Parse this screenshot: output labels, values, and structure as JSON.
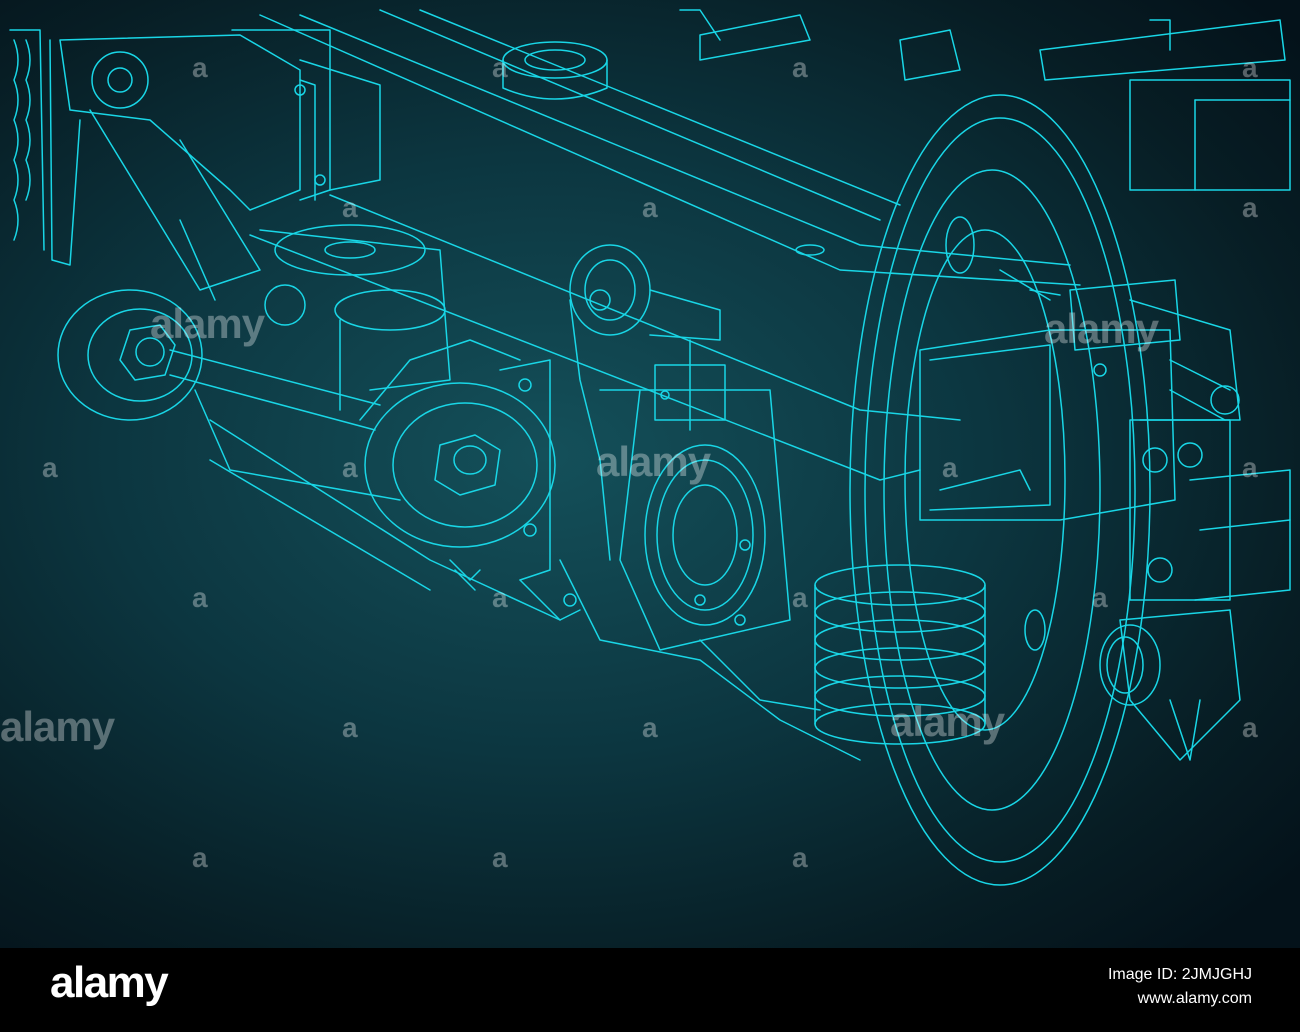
{
  "watermark": {
    "text": "alamy",
    "glyph": "a",
    "color": "#ffffff"
  },
  "footer": {
    "logo": "alamy",
    "image_id": "Image ID: 2JMJGHJ",
    "site": "www.alamy.com"
  },
  "colors": {
    "stroke": "#19d6e6",
    "background_center": "#14505a",
    "background_edge": "#04121a",
    "footer_bg": "#000000"
  }
}
